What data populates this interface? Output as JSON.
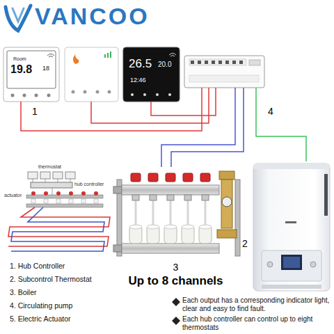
{
  "diagram": {
    "nodes": [
      {
        "text": [
          "Room",
          "19.8",
          "18",
          "1"
        ]
      },
      {
        "text": [
          "26.5",
          "20.0",
          "12:46"
        ]
      },
      {
        "text": [
          "4"
        ]
      },
      {
        "text": [
          "3",
          "Up to 8 channels"
        ]
      },
      {
        "text": [
          "2"
        ]
      }
    ],
    "edges": [
      {
        "from": 0,
        "to": 2,
        "arrow": "none"
      },
      {
        "from": 1,
        "to": 2,
        "arrow": "none"
      },
      {
        "from": 2,
        "to": 3,
        "arrow": "none"
      },
      {
        "from": 2,
        "to": 3,
        "arrow": "none"
      },
      {
        "from": 2,
        "to": 4,
        "arrow": "none"
      }
    ],
    "labels": [
      "VANCOO",
      "thermostat",
      "hub controller",
      "actuator",
      "1. Hub Controller",
      "2. Subcontrol Thermostat",
      "3. Boiler",
      "4. Circulating pump",
      "5. Electric Actuator",
      "Each output has a corresponding indicator light, clear and easy to find fault.",
      "Each hub controller can control up to eight thermostats"
    ]
  }
}
